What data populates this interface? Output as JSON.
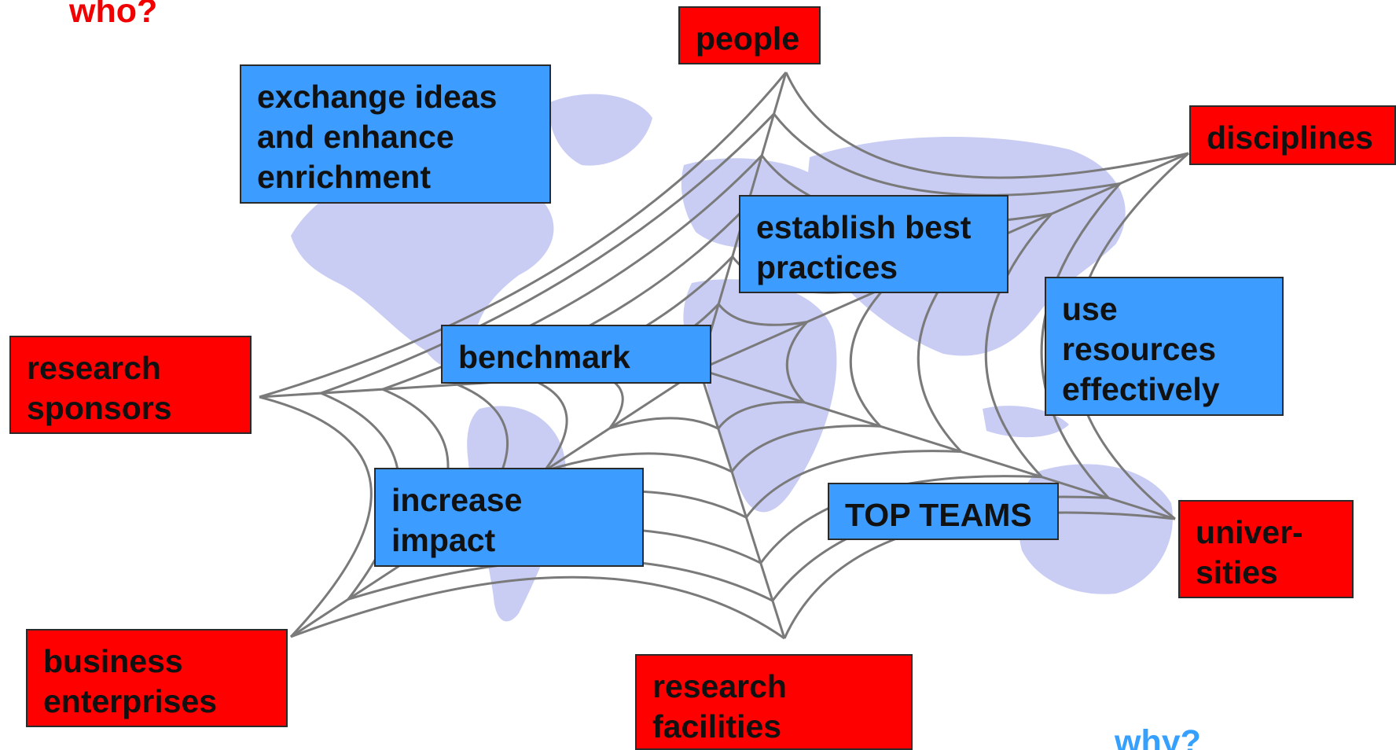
{
  "titles": {
    "who": "who?",
    "why": "why?"
  },
  "colors": {
    "who": "#ff0000",
    "why": "#3c9cff",
    "web": "#7a7a7a",
    "continents": "#c9cdf4"
  },
  "who_nodes": {
    "people": "people",
    "disciplines": "disciplines",
    "research_sponsors": "research\nsponsors",
    "universities": "univer-\nsities",
    "business_enterprises": "business\nenterprises",
    "research_facilities": "research\nfacilities"
  },
  "why_nodes": {
    "exchange_ideas": "exchange ideas\nand enhance\nenrichment",
    "best_practices": "establish best\npractices",
    "use_resources": "use\nresources\neffectively",
    "benchmark": "benchmark",
    "increase_impact": "increase\nimpact",
    "top_teams": "TOP TEAMS"
  }
}
